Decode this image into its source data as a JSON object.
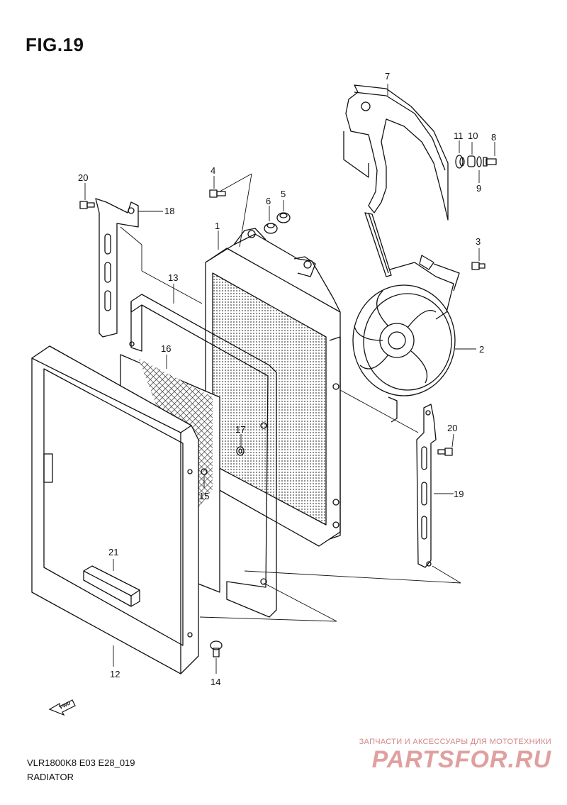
{
  "title": "FIG.19",
  "parts": [
    {
      "num": "1"
    },
    {
      "num": "2"
    },
    {
      "num": "3"
    },
    {
      "num": "4"
    },
    {
      "num": "5"
    },
    {
      "num": "6"
    },
    {
      "num": "7"
    },
    {
      "num": "8"
    },
    {
      "num": "9"
    },
    {
      "num": "10"
    },
    {
      "num": "11"
    },
    {
      "num": "12"
    },
    {
      "num": "13"
    },
    {
      "num": "14"
    },
    {
      "num": "15"
    },
    {
      "num": "16"
    },
    {
      "num": "17"
    },
    {
      "num": "18"
    },
    {
      "num": "19"
    },
    {
      "num": "20"
    },
    {
      "num": "20"
    },
    {
      "num": "21"
    }
  ],
  "fwd_label": "FWD",
  "footer": {
    "code": "VLR1800K8 E03 E28_019",
    "name": "RADIATOR"
  },
  "watermark": {
    "tagline": "ЗАПЧАСТИ И АКСЕССУАРЫ ДЛЯ МОТОТЕХНИКИ",
    "brand": "PARTSFOR.RU",
    "color": "#e0a0a0"
  }
}
